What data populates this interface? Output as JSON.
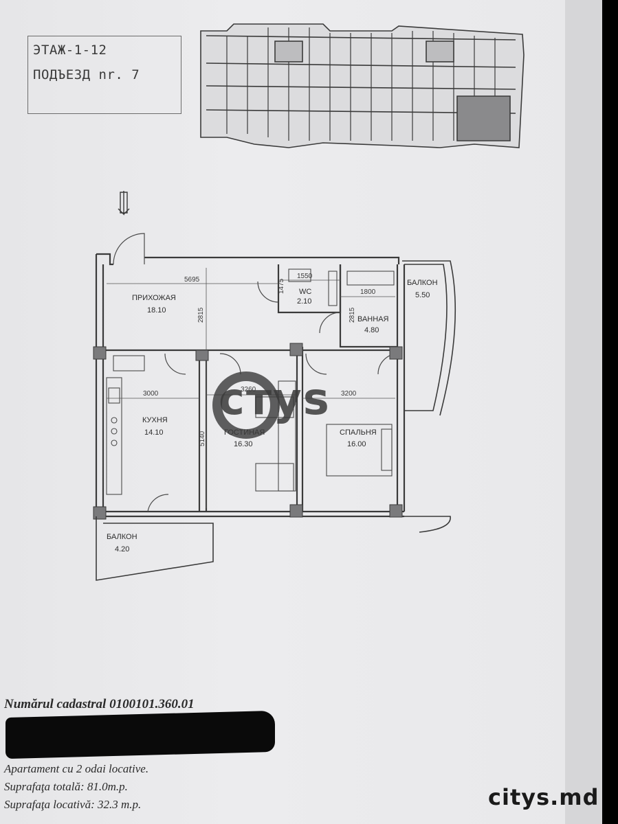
{
  "header": {
    "floor_label": "ЭТАЖ-1-12",
    "entrance_label": "ПОДЪЕЗД nr. 7"
  },
  "plan": {
    "rooms": [
      {
        "id": "hall",
        "name": "ПРИХОЖАЯ",
        "area": "18.10"
      },
      {
        "id": "wc",
        "name": "WC",
        "area": "2.10"
      },
      {
        "id": "bath",
        "name": "ВАННАЯ",
        "area": "4.80"
      },
      {
        "id": "balcony1",
        "name": "БАЛКОН",
        "area": "5.50"
      },
      {
        "id": "kitchen",
        "name": "КУХНЯ",
        "area": "14.10"
      },
      {
        "id": "living",
        "name": "ГОСТИНАЯ",
        "area": "16.30"
      },
      {
        "id": "bedroom",
        "name": "СПАЛЬНЯ",
        "area": "16.00"
      },
      {
        "id": "balcony2",
        "name": "БАЛКОН",
        "area": "4.20"
      }
    ],
    "dimensions": {
      "hall_width": "5695",
      "hall_depth": "2815",
      "wc_width": "1550",
      "wc_depth": "1475",
      "bath_width": "1800",
      "bath_depth": "2815",
      "kitchen_width": "3000",
      "living_width": "3260",
      "bedroom_width": "3200",
      "living_depth": "5140"
    }
  },
  "footer": {
    "cadastral": "Numărul cadastral 0100101.360.01",
    "apartment": "Apartament cu 2 odai  locative.",
    "total_area": "Suprafaţa totală: 81.0m.p.",
    "living_area": "Suprafaţa locativă: 32.3  m.p."
  },
  "watermark": {
    "logo_text": "cтys",
    "site": "citys.md"
  }
}
